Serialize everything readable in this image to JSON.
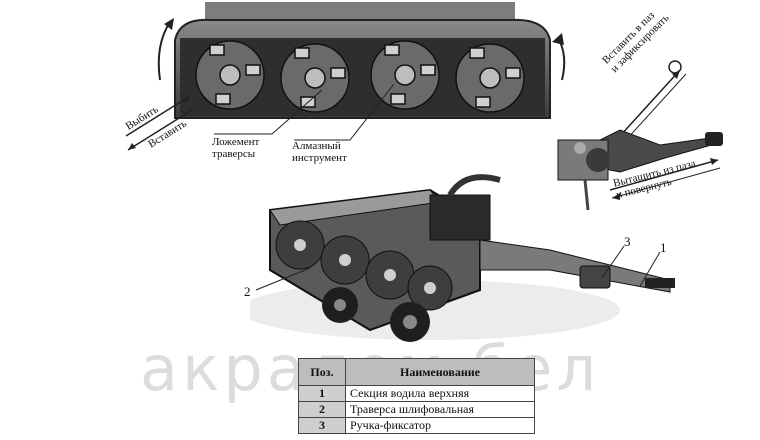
{
  "watermark": "акрадом.бел",
  "callouts": {
    "vybit": "Выбить",
    "vstavit": "Вставить",
    "lozhement_line1": "Ложемент",
    "lozhement_line2": "траверсы",
    "almaz_line1": "Алмазный",
    "almaz_line2": "инструмент",
    "insert_line1": "Вставить в паз",
    "insert_line2": "и зафиксировать",
    "pull_line1": "Вытащить из паза",
    "pull_line2": "и повернуть",
    "pos1": "1",
    "pos2": "2",
    "pos3": "3"
  },
  "table": {
    "header_pos": "Поз.",
    "header_name": "Наименование",
    "rows": [
      {
        "num": "1",
        "name": "Секция водила верхняя"
      },
      {
        "num": "2",
        "name": "Траверса шлифовальная"
      },
      {
        "num": "3",
        "name": "Ручка-фиксатор"
      }
    ]
  },
  "colors": {
    "metal_dark": "#2b2b2b",
    "metal_mid": "#6e6e6e",
    "metal_light": "#b5b5b5"
  }
}
